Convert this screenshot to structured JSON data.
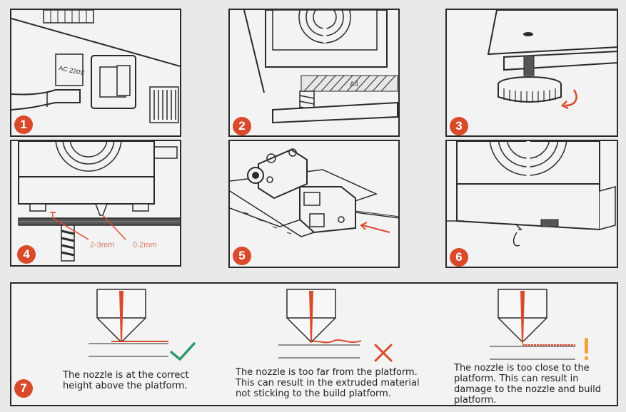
{
  "steps": {
    "s1": {
      "number": "1",
      "label_ac": "AC 220V"
    },
    "s2": {
      "number": "2",
      "label_paper": "A4"
    },
    "s3": {
      "number": "3"
    },
    "s4": {
      "number": "4",
      "gap_label": "2-3mm",
      "distance_label": "0.2mm"
    },
    "s5": {
      "number": "5"
    },
    "s6": {
      "number": "6"
    },
    "s7": {
      "number": "7",
      "cases": [
        {
          "status_icon": "check-icon",
          "status_color": "#2e9a6b",
          "lines": [
            "The nozzle is at the correct",
            "height above the platform."
          ]
        },
        {
          "status_icon": "cross-icon",
          "status_color": "#d94a2b",
          "lines": [
            "The nozzle is too far from the platform.",
            "This can result in the extruded material",
            "not  sticking to the build platform."
          ]
        },
        {
          "status_icon": "exclamation-icon",
          "status_color": "#f0a23a",
          "lines": [
            "The nozzle is too close to the",
            "platform. This can result in",
            "damage to the nozzle and build",
            "platform."
          ]
        }
      ]
    }
  },
  "colors": {
    "accent": "#d94a2b",
    "line": "#2a2a2a",
    "paper": "#f3f3f4"
  }
}
